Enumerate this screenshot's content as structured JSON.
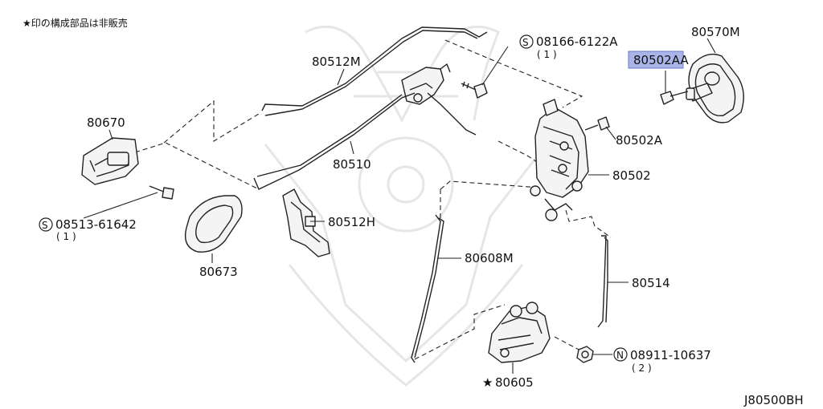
{
  "note": "★印の構成部品は非販売",
  "diagram_id": "J80500BH",
  "highlight_color": "#aab4e8",
  "parts": {
    "p80570M": "80570M",
    "p80502AA": "80502AA",
    "p08166": "08166-6122A",
    "p08166_qty": "( 1 )",
    "p08166_prefix": "S",
    "p80512M": "80512M",
    "p80670": "80670",
    "p80502A": "80502A",
    "p80510": "80510",
    "p80502": "80502",
    "p08513": "08513-61642",
    "p08513_qty": "( 1 )",
    "p08513_prefix": "S",
    "p80512H": "80512H",
    "p80673": "80673",
    "p80608M": "80608M",
    "p80514": "80514",
    "p08911": "08911-10637",
    "p08911_qty": "( 2 )",
    "p08911_prefix": "N",
    "p80605_star": "★",
    "p80605": "80605"
  }
}
